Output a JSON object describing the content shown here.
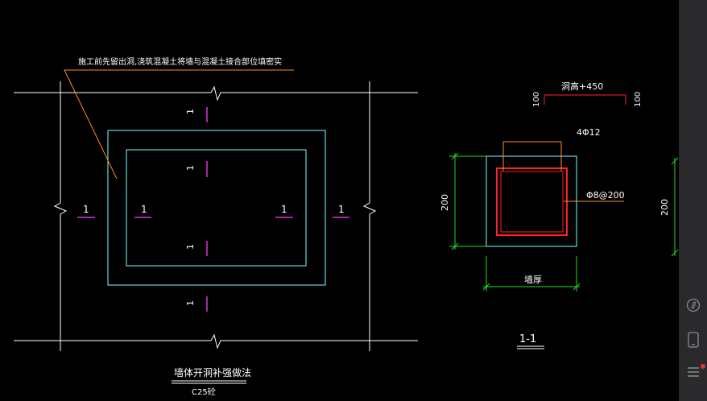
{
  "drawing": {
    "annotation_note": "施工前先留出洞,浇筑混凝土将墙与混凝土接合部位填密实",
    "plan_title": "墙体开洞补强做法",
    "plan_subtitle": "C25砼",
    "section_title": "1-1",
    "rebar_long": "4Φ12",
    "rebar_stirrup": "Φ8@200",
    "dim_opening": "洞高+450",
    "dim_left_100": "100",
    "dim_right_100": "100",
    "dim_height": "200",
    "dim_height_partial": "200",
    "dim_width": "墙厚",
    "cut_mark": "1"
  },
  "colors": {
    "background": "#000000",
    "wall_line": "#ffffff",
    "concrete_outline": "#7fffff",
    "leader": "#ff8c1a",
    "rebar": "#ff2222",
    "dimension": "#22dd22",
    "section_mark": "#dd33dd",
    "text": "#ffffff",
    "panel": "#2a2a2c",
    "notif": "#e03030"
  },
  "side_panel": {
    "buttons": [
      {
        "name": "pen-icon",
        "label": "annotate"
      },
      {
        "name": "phone-icon",
        "label": "device"
      },
      {
        "name": "menu-icon",
        "label": "menu"
      }
    ]
  }
}
